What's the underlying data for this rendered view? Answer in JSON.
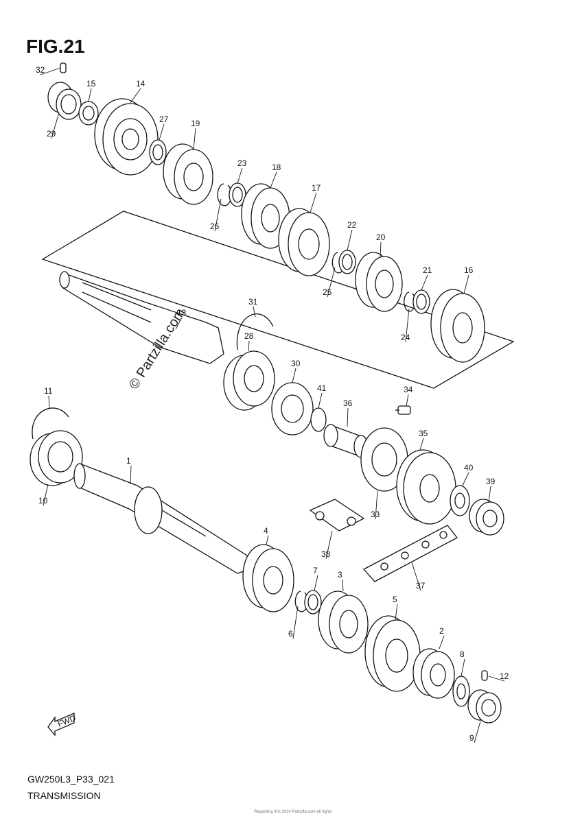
{
  "figure": {
    "title": "FIG.21",
    "code": "GW250L3_P33_021",
    "name": "TRANSMISSION",
    "watermark": "© Partzilla.com",
    "footer_note": "Regarding this 2014 Partzilla.com all rights"
  },
  "fwd_arrow": {
    "label": "FWD",
    "icon": "fwd-arrow-icon"
  },
  "callouts": [
    "32",
    "15",
    "14",
    "29",
    "27",
    "19",
    "23",
    "18",
    "26",
    "17",
    "22",
    "20",
    "25",
    "21",
    "16",
    "24",
    "13",
    "31",
    "28",
    "30",
    "11",
    "41",
    "36",
    "34",
    "35",
    "1",
    "10",
    "40",
    "39",
    "33",
    "38",
    "4",
    "37",
    "7",
    "3",
    "5",
    "6",
    "2",
    "8",
    "12",
    "9"
  ]
}
